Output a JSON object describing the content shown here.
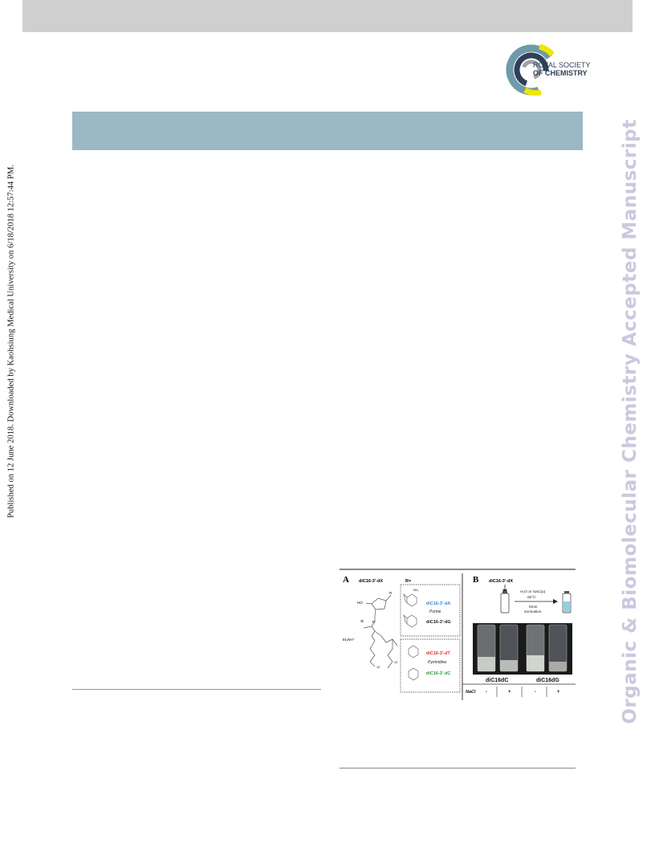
{
  "header": {
    "side_note": "Published on 12 June 2018. Downloaded by Kaohsiung Medical University on 6/18/2018 12:57:44 PM.",
    "journal_watermark": "Organic & Biomolecular Chemistry Accepted Manuscript"
  },
  "publisher_logo": {
    "line1": "ROYAL SOCIETY",
    "line2": "OF CHEMISTRY",
    "colors": {
      "teal": "#6f9aa8",
      "yellow": "#f2e500",
      "navy": "#2f3f5a",
      "grey": "#9fa3a8"
    }
  },
  "figure": {
    "panel_a": {
      "letter": "A",
      "compound": "diC16-3'-dX",
      "r_label": "R=",
      "r_atom": "R",
      "ho": "HO",
      "counter_ion": "Et₃NH⁺",
      "minus": "⊖",
      "phosphate_p": "P",
      "chain_n1": "12",
      "chain_n2": "12",
      "amine_label": "NH₂",
      "purine_label": "Purine",
      "pyrimidine_label": "Pyrimidine",
      "bases": [
        {
          "name": "diC16-3'-dA",
          "color": "#3a86d4"
        },
        {
          "name": "diC16-3'-dG",
          "color": "#222222"
        },
        {
          "name": "diC16-3'-dT",
          "color": "#e02b2b"
        },
        {
          "name": "diC16-3'-dC",
          "color": "#2e9a3a"
        }
      ]
    },
    "panel_b": {
      "letter": "B",
      "compound": "diC16-3'-dX",
      "condition_1": "H₂O or NaClₐq",
      "condition_2": "60°C",
      "condition_3": "5min",
      "condition_4": "sonication",
      "group_1": "diC16dC",
      "group_2": "diC16dG",
      "nacl_label": "NaCl",
      "signs": [
        "-",
        "+",
        "-",
        "+"
      ]
    }
  }
}
